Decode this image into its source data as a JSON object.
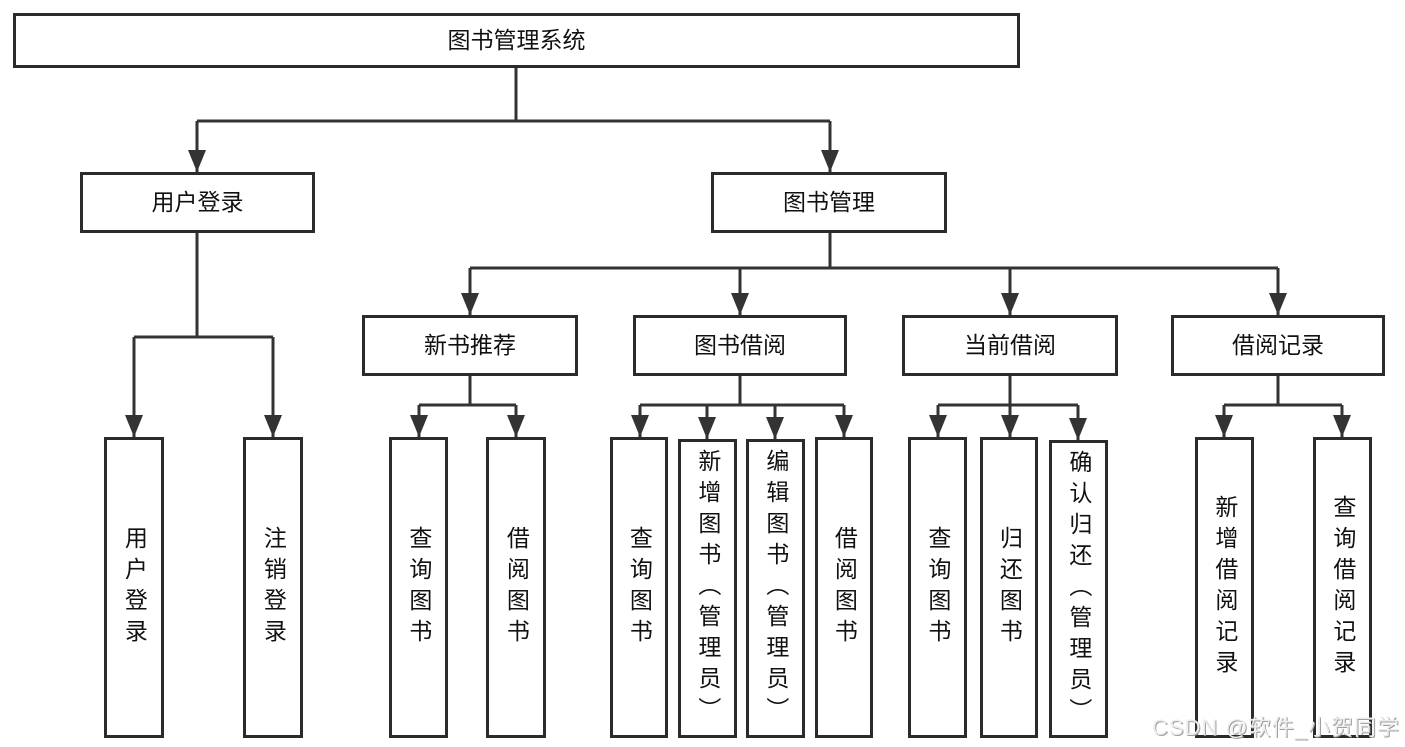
{
  "diagram": {
    "title": "图书管理系统",
    "root": "图书管理系统",
    "level2": {
      "user_login": "用户登录",
      "book_management": "图书管理"
    },
    "level3": {
      "new_book": "新书推荐",
      "book_borrow": "图书借阅",
      "current_borrow": "当前借阅",
      "borrow_record": "借阅记录"
    },
    "leaves": {
      "login": [
        "用户登录",
        "注销登录"
      ],
      "new_book": [
        "查询图书",
        "借阅图书"
      ],
      "book_borrow": [
        "查询图书",
        "新增图书（管理员）",
        "编辑图书（管理员）",
        "借阅图书"
      ],
      "current_borrow": [
        "查询图书",
        "归还图书",
        "确认归还（管理员）"
      ],
      "borrow_record": [
        "新增借阅记录",
        "查询借阅记录"
      ]
    }
  },
  "watermark": "CSDN @软件_小贺同学",
  "colors": {
    "line": "#333333",
    "box_border": "#2b2b2b",
    "text": "#111111",
    "watermark": "#ededed",
    "background": "#ffffff"
  }
}
